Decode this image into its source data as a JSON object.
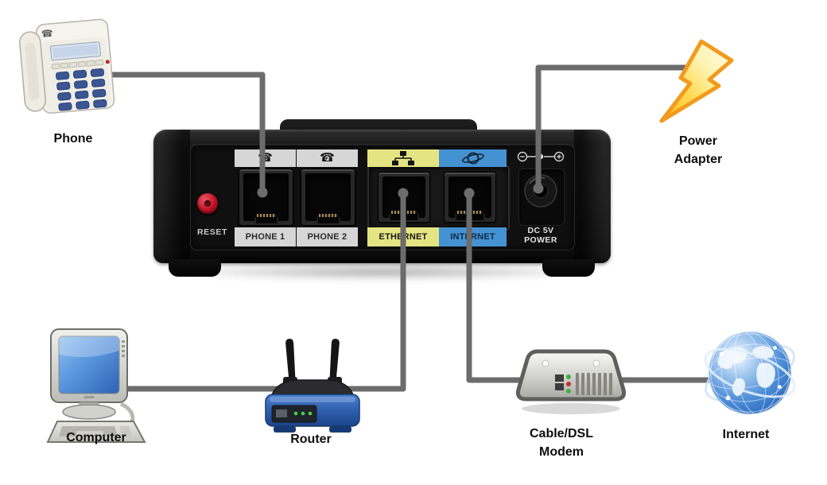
{
  "device": {
    "name": "phone adapter rear panel",
    "reset": {
      "label": "RESET"
    },
    "ports": {
      "phone1": {
        "label": "PHONE 1",
        "icon": "phone-handset-icon",
        "icon_glyph": "☎",
        "strip_color": "#d6d6d6"
      },
      "phone2": {
        "label": "PHONE 2",
        "icon": "phone-handset-2-icon",
        "icon_glyph": "☎",
        "badge": "2",
        "strip_color": "#d6d6d6"
      },
      "ethernet": {
        "label": "ETHERNET",
        "icon": "ethernet-network-icon",
        "strip_color": "#e5e483"
      },
      "internet": {
        "label": "INTERNET",
        "icon": "planet-orbit-icon",
        "strip_color": "#4492d2"
      },
      "power": {
        "line1": "DC 5V",
        "line2": "POWER",
        "icon": "dc-polarity-icon"
      }
    }
  },
  "peripherals": {
    "phone": {
      "label": "Phone",
      "icon": "desk-phone-icon"
    },
    "power_adapter": {
      "line1": "Power",
      "line2": "Adapter",
      "icon": "lightning-bolt-icon"
    },
    "computer": {
      "label": "Computer",
      "icon": "desktop-computer-icon"
    },
    "router": {
      "label": "Router",
      "icon": "wireless-router-icon"
    },
    "modem": {
      "line1": "Cable/DSL",
      "line2": "Modem",
      "icon": "cable-dsl-modem-icon"
    },
    "internet": {
      "label": "Internet",
      "icon": "internet-globe-icon"
    }
  },
  "colors": {
    "cable": "#6c6c6c",
    "phone_strip": "#d6d6d6",
    "ethernet_strip": "#e5e483",
    "internet_strip": "#4492d2",
    "reset_button": "#c01323",
    "bolt_outline": "#f29a1d",
    "device_body": "#161616"
  }
}
